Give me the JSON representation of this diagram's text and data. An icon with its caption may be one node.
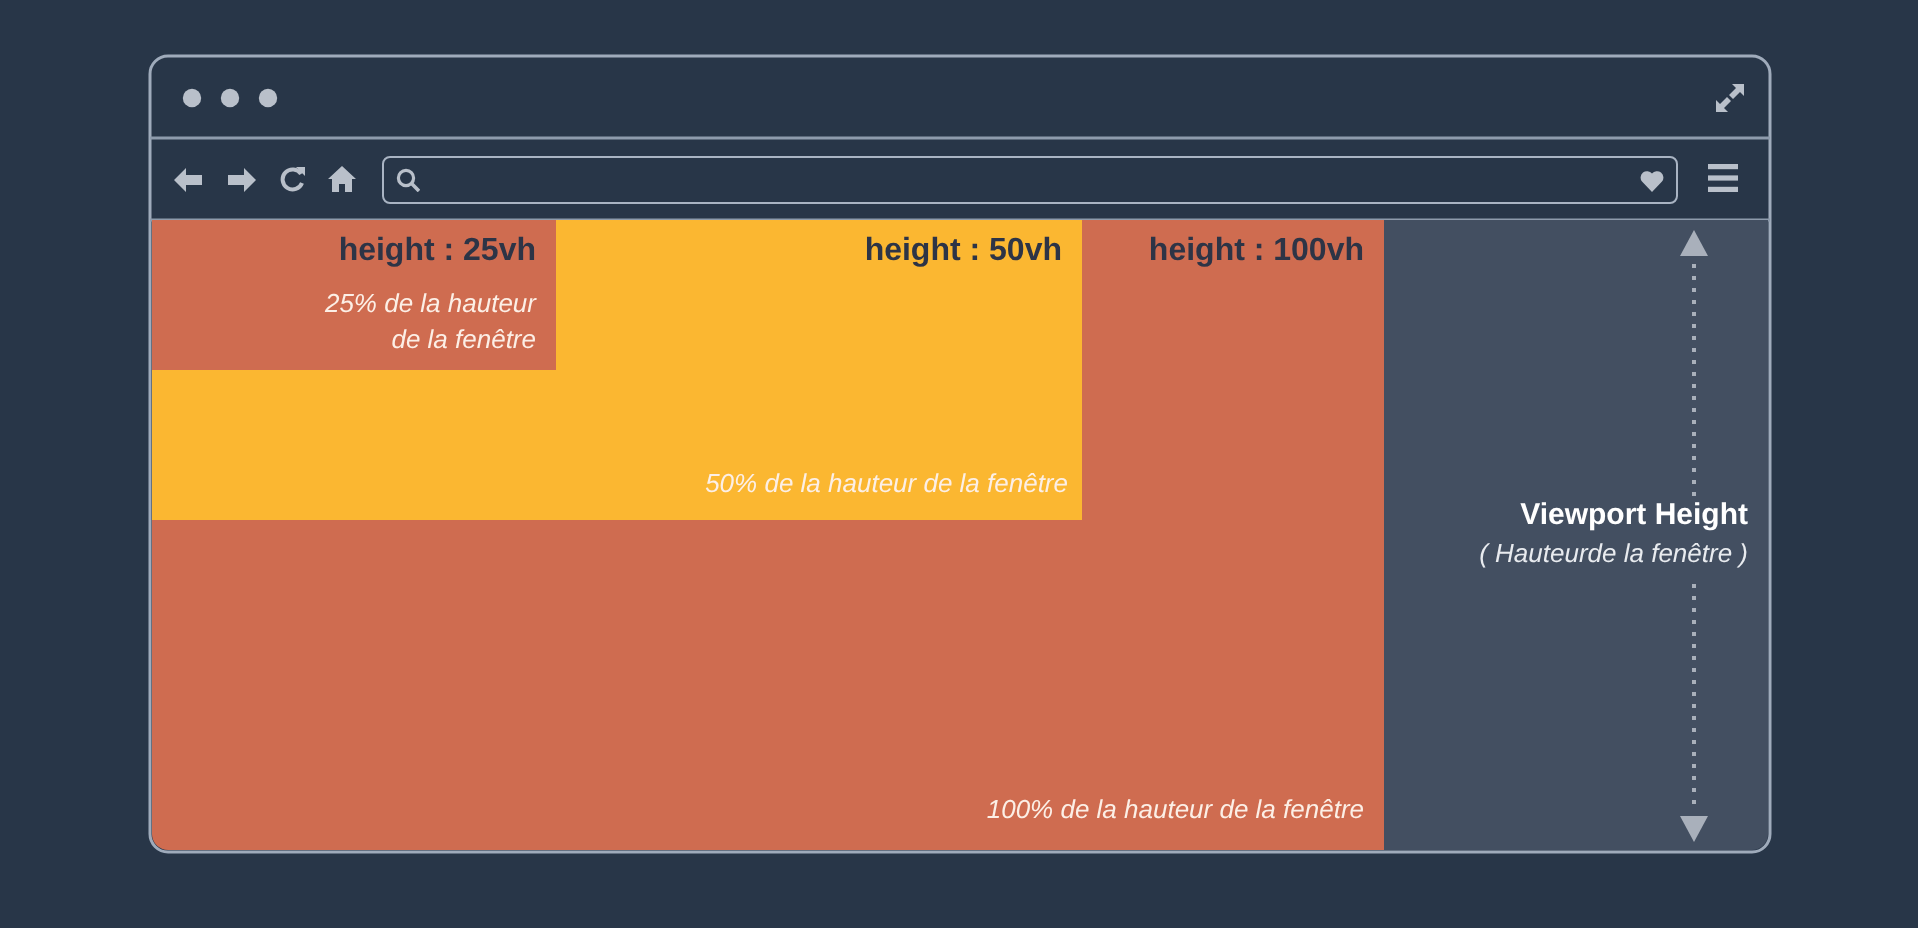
{
  "diagram": {
    "nodes": [
      {
        "text": [
          "height : 100vh",
          "100% de la hauteur de la fenêtre"
        ]
      },
      {
        "text": [
          "height : 50vh",
          "50% de la hauteur de la fenêtre"
        ],
        "in": 0
      },
      {
        "text": [
          "height : 25vh",
          "25% de la hauteur de la fenêtre"
        ],
        "in": 1
      }
    ],
    "labels": [
      "Viewport Height",
      "( Hauteurde la fenêtre )"
    ]
  }
}
